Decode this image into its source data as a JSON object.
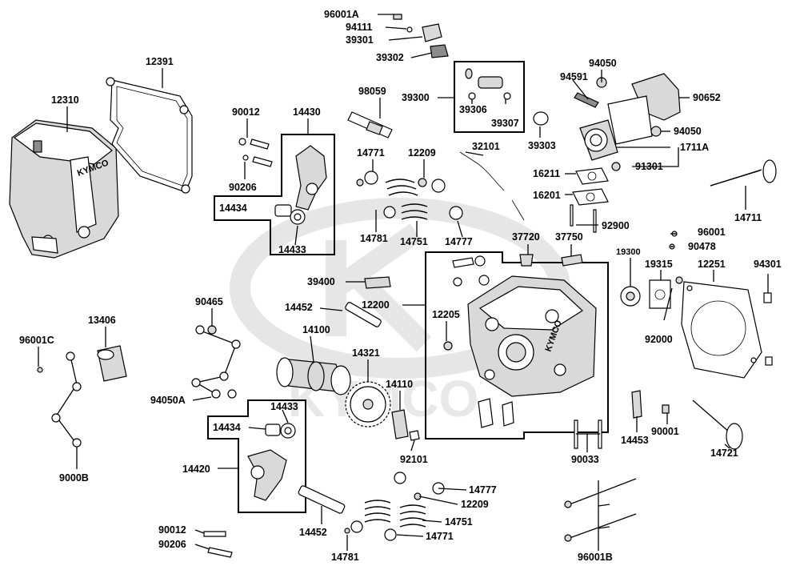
{
  "watermark": {
    "logo_text": "KYMCO"
  },
  "part_numbers": {
    "p96001A": "96001A",
    "p94111": "94111",
    "p39301": "39301",
    "p39302": "39302",
    "p12391": "12391",
    "p12310": "12310",
    "p94050a": "94050",
    "p94591": "94591",
    "p90652": "90652",
    "p98059": "98059",
    "p39300": "39300",
    "p39306": "39306",
    "p39307": "39307",
    "p90012a": "90012",
    "p14430": "14430",
    "p94050b": "94050",
    "p39303": "39303",
    "p32101": "32101",
    "p1711A": "1711A",
    "p14771a": "14771",
    "p12209a": "12209",
    "p16211": "16211",
    "p91301": "91301",
    "p90206a": "90206",
    "p16201": "16201",
    "p14711": "14711",
    "p14434a": "14434",
    "p92900": "92900",
    "p14781a": "14781",
    "p14751a": "14751",
    "p14777a": "14777",
    "p96001": "96001",
    "p37720": "37720",
    "p37750": "37750",
    "p90478": "90478",
    "p14433a": "14433",
    "p19300": "19300",
    "p19315": "19315",
    "p12251": "12251",
    "p94301": "94301",
    "p39400": "39400",
    "p90465": "90465",
    "p14452a": "14452",
    "p12200": "12200",
    "p13406": "13406",
    "p12205": "12205",
    "p92000": "92000",
    "p96001C": "96001C",
    "p14100": "14100",
    "p14321": "14321",
    "p14110": "14110",
    "p94050A": "94050A",
    "p14433b": "14433",
    "p14434b": "14434",
    "p14453": "14453",
    "p90001": "90001",
    "p14721": "14721",
    "p92101": "92101",
    "p90033": "90033",
    "p14420": "14420",
    "p9000B": "9000B",
    "p14777b": "14777",
    "p12209b": "12209",
    "p14751b": "14751",
    "p14452b": "14452",
    "p14771b": "14771",
    "p90012b": "90012",
    "p90206b": "90206",
    "p14781b": "14781",
    "p96001B": "96001B"
  }
}
